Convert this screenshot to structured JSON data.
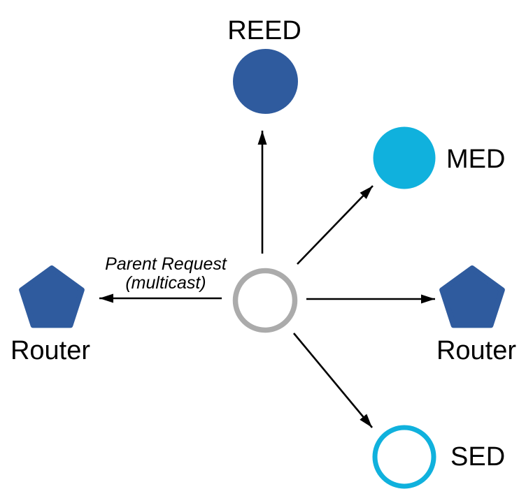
{
  "diagram": {
    "annotation": {
      "line1": "Parent Request",
      "line2": "(multicast)"
    },
    "center_node": {
      "shape": "gray-outlined-circle"
    },
    "nodes": {
      "reed": {
        "label": "REED",
        "shape": "filled-circle"
      },
      "med": {
        "label": "MED",
        "shape": "filled-circle"
      },
      "router_right": {
        "label": "Router",
        "shape": "pentagon"
      },
      "sed": {
        "label": "SED",
        "shape": "outlined-circle"
      },
      "router_left": {
        "label": "Router",
        "shape": "pentagon"
      }
    },
    "colors": {
      "blue": "#2f5b9e",
      "cyan": "#10b1dd",
      "gray": "#ababab",
      "arrow": "#000000",
      "text": "#000000"
    }
  }
}
